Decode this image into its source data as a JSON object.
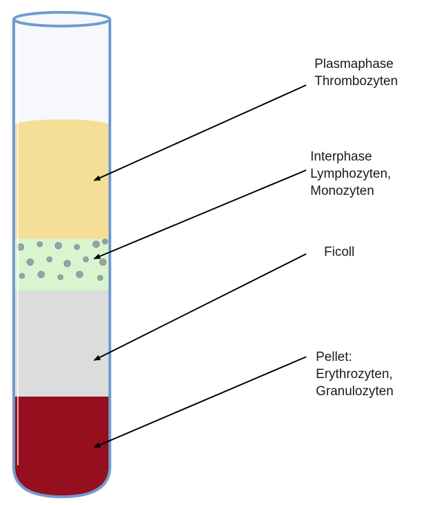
{
  "labels": {
    "plasma": [
      "Plasmaphase",
      "Thrombozyten"
    ],
    "interphase": [
      "Interphase",
      "Lymphozyten,",
      "Monozyten"
    ],
    "ficoll": [
      "Ficoll"
    ],
    "pellet": [
      "Pellet:",
      "Erythrozyten,",
      "Granulozyten"
    ]
  },
  "colors": {
    "tube_outline": "#6f9bd1",
    "tube_glass": "#f6f8fb",
    "plasma_layer": "#f5df98",
    "interphase_layer": "#d8f5cf",
    "interphase_cells": "#9aa0a6",
    "ficoll_layer": "#dcdcdc",
    "pellet_layer": "#950f1e",
    "arrow": "#000000"
  }
}
